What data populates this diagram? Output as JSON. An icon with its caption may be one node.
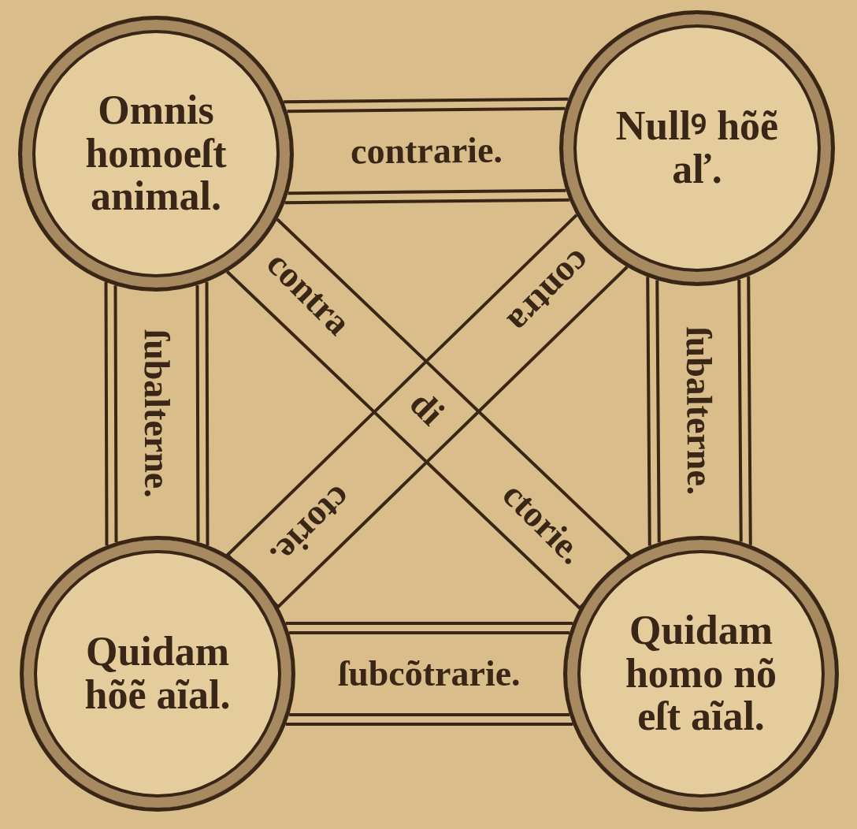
{
  "diagram": {
    "nodes": [
      {
        "text": [
          "Omnis homoeſt animal."
        ]
      },
      {
        "text": [
          "Nullꝰ hõẽ aľ."
        ]
      },
      {
        "text": [
          "Quidam hõẽ aĩal."
        ]
      },
      {
        "text": [
          "Quidam homo nõ eſt aĩal."
        ]
      }
    ],
    "edges": [
      {
        "from": 0,
        "to": 1,
        "arrow": "none",
        "label": "contrarie."
      },
      {
        "from": 0,
        "to": 2,
        "arrow": "none",
        "label": "ſubalterne."
      },
      {
        "from": 1,
        "to": 3,
        "arrow": "none",
        "label": "ſubalterne."
      },
      {
        "from": 2,
        "to": 3,
        "arrow": "none",
        "label": "ſubcõtrarie."
      },
      {
        "from": 0,
        "to": 3,
        "arrow": "none"
      },
      {
        "from": 1,
        "to": 2,
        "arrow": "none"
      }
    ],
    "labels": [
      "contra",
      "contra",
      "di",
      "ctorie.",
      "ctorie."
    ]
  }
}
